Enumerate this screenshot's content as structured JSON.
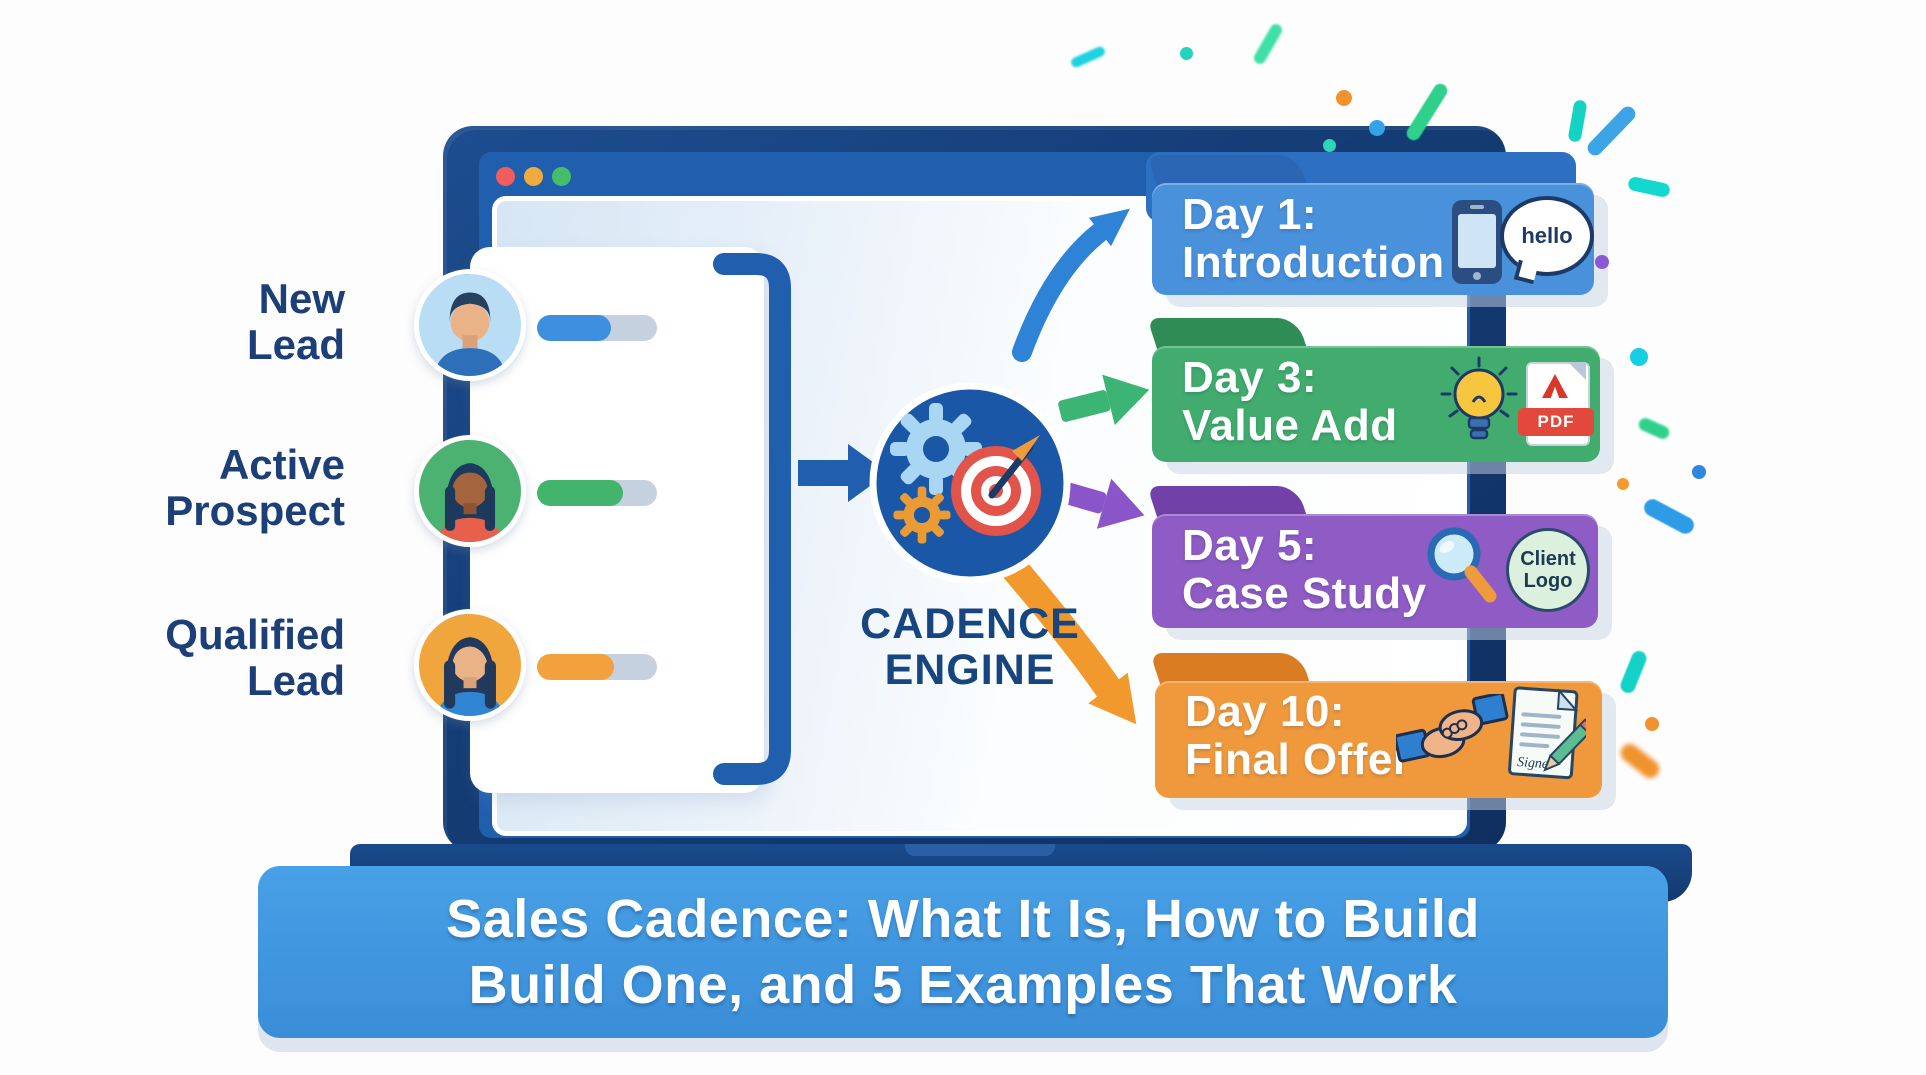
{
  "window": {
    "traffic_lights": [
      "#ef5d5d",
      "#f2a93d",
      "#45bd6b"
    ]
  },
  "leads": [
    {
      "line1": "New",
      "line2": "Lead",
      "bar_style": "width:62%;background:#3f8fe0"
    },
    {
      "line1": "Active",
      "line2": "Prospect",
      "bar_style": "width:72%;background:#43b46c"
    },
    {
      "line1": "Qualified",
      "line2": "Lead",
      "bar_style": "width:64%;background:#f2a13c"
    }
  ],
  "engine": {
    "line1": "CADENCE",
    "line2": "ENGINE"
  },
  "folders": [
    {
      "title1": "Day 1:",
      "title2": "Introduction",
      "bubble_text": "hello",
      "color": "#4a91dc",
      "tab_color": "#2a66b4",
      "front_style": "background:#4a91dc",
      "tab_style": "background:#2a66b4"
    },
    {
      "title1": "Day 3:",
      "title2": "Value Add",
      "pdf_label": "PDF",
      "color": "#41ac6d",
      "tab_color": "#2f8c55",
      "front_style": "background:#41ac6d",
      "tab_style": "background:#2f8c55"
    },
    {
      "title1": "Day 5:",
      "title2": "Case Study",
      "logo_line1": "Client",
      "logo_line2": "Logo",
      "color": "#8e5cc4",
      "tab_color": "#7141a8",
      "front_style": "background:#8e5cc4",
      "tab_style": "background:#7141a8"
    },
    {
      "title1": "Day 10:",
      "title2": "Final Offer",
      "sign_text": "Signe",
      "color": "#f0993c",
      "tab_color": "#da7d22",
      "front_style": "background:#f0993c",
      "tab_style": "background:#da7d22"
    }
  ],
  "banner": {
    "line1": "Sales Cadence: What It Is, How to Build",
    "line2": "Build One, and 5 Examples That Work"
  },
  "palette": {
    "laptop_navy": "#16407c",
    "window_blue": "#1f5fae",
    "screen_light": "#d8e7f6",
    "engine_blue": "#1b57a7",
    "target_red": "#e2544a",
    "gear_light": "#a9d6f3",
    "gear_orange": "#eb9b35",
    "arrow_blue": "#2f83d6",
    "arrow_green": "#3cb474",
    "arrow_purple": "#8a55c8",
    "arrow_orange": "#f2992e",
    "banner_blue": "#3f95de",
    "label_navy": "#1c3f77",
    "confetti_colors": [
      "#f0932e",
      "#34a3e8",
      "#2fd6b6",
      "#2fd08c",
      "#14d3c4",
      "#2e9be6",
      "#12d8cf",
      "#8a5ad6",
      "#17cfe2"
    ]
  }
}
